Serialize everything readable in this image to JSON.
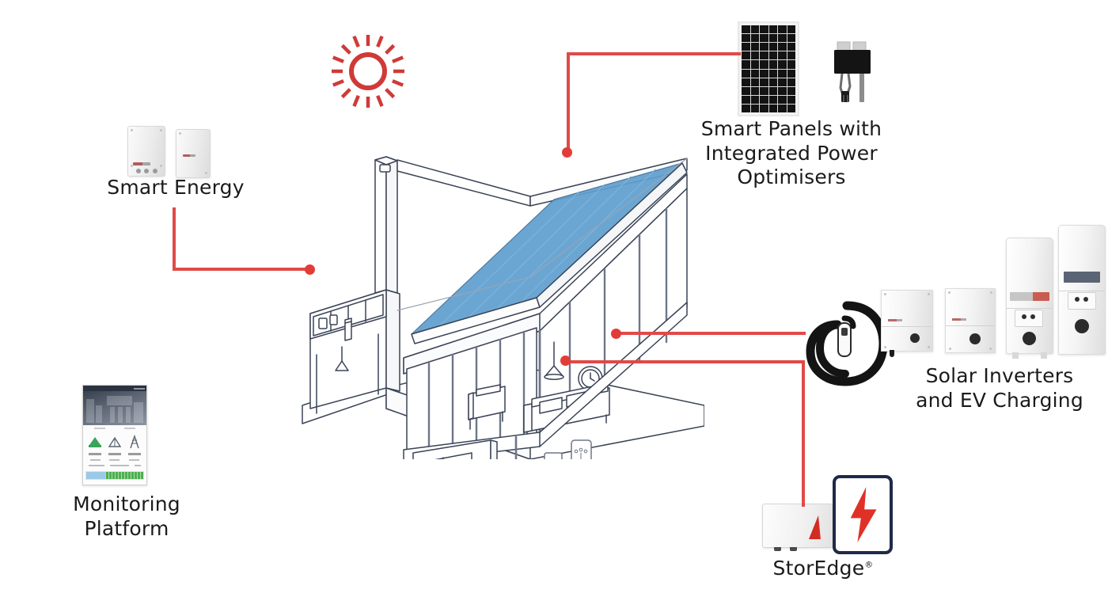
{
  "diagram": {
    "title": "SolarEdge residential smart energy system overview",
    "background_color": "#ffffff",
    "accent_color": "#e04a48",
    "line_color": "#3a4356",
    "roof_panel_color": "#6fa8d6"
  },
  "labels": {
    "smart_energy": "Smart Energy",
    "smart_panels": "Smart Panels with\nIntegrated Power Optimisers",
    "solar_inverters": "Solar Inverters\nand EV Charging",
    "storedge": "StorEdge",
    "storedge_mark": "®",
    "monitoring": "Monitoring\nPlatform"
  },
  "nodes": [
    {
      "id": "smart-energy",
      "label": "Smart Energy",
      "position": "left"
    },
    {
      "id": "smart-panels",
      "label": "Smart Panels with Integrated Power Optimisers",
      "position": "top-right"
    },
    {
      "id": "solar-inverters",
      "label": "Solar Inverters and EV Charging",
      "position": "right"
    },
    {
      "id": "storedge",
      "label": "StorEdge",
      "position": "bottom-right"
    },
    {
      "id": "monitoring",
      "label": "Monitoring Platform",
      "position": "bottom-left"
    }
  ],
  "connectors": [
    {
      "id": "panels-to-roof",
      "from": "smart-panels",
      "to": "house-roof"
    },
    {
      "id": "smart-energy-to-house",
      "from": "smart-energy",
      "to": "house-left-wall"
    },
    {
      "id": "inverters-to-house",
      "from": "solar-inverters",
      "to": "house-wall-device"
    },
    {
      "id": "storedge-to-house",
      "from": "storedge",
      "to": "house-wall-panel"
    }
  ],
  "icons": {
    "sun": "sun-icon",
    "solar_panel": "solar-panel-icon",
    "power_optimiser": "power-optimiser-icon",
    "battery": "battery-icon",
    "ev_cable": "ev-charging-cable-icon"
  }
}
